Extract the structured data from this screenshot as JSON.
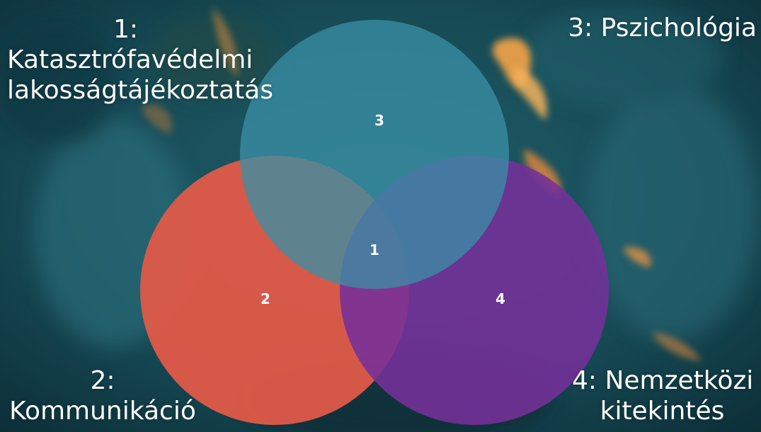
{
  "diagram": {
    "type": "venn",
    "sets": [
      {
        "label_lines": [
          "1:",
          "Katasztrófavédelmi",
          "lakosságtájékoztatás"
        ]
      },
      {
        "label_lines": [
          "2:",
          "Kommunikáció"
        ],
        "color": "#e05a48",
        "number": "2"
      },
      {
        "label_lines": [
          "3: Pszichológia"
        ],
        "color": "#3a8fa6",
        "number": "3"
      },
      {
        "label_lines": [
          "4: Nemzetközi",
          "kitekintés"
        ],
        "color": "#75309a",
        "number": "4"
      }
    ],
    "center_number": "1"
  },
  "colors": {
    "background_dark": "#0f3a44",
    "background_mid": "#1d5864",
    "flame": "#f29a3a",
    "text": "#ffffff"
  }
}
